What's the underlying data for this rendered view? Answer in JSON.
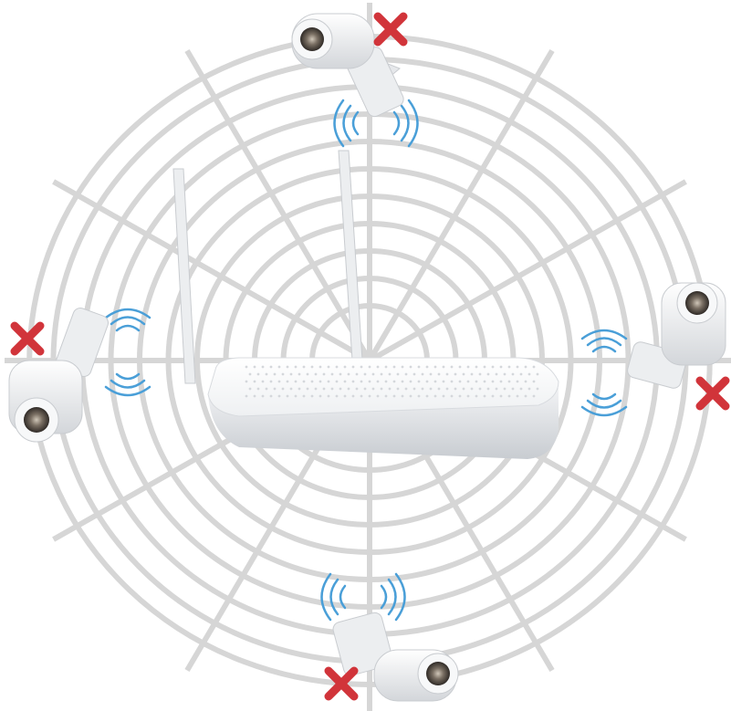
{
  "scene": {
    "subject": "wireless-nvr-with-four-cameras",
    "elements": [
      "spider-web-grid",
      "nvr-router",
      "wifi-waves",
      "bullet-cameras",
      "red-x-marks"
    ]
  },
  "icons": {
    "camera": "bullet-camera-icon",
    "wifi": "wifi-wave-icon",
    "blocked": "red-x-icon"
  },
  "colors": {
    "background": "#ffffff",
    "web": "#d6d6d6",
    "device": "#f4f5f6",
    "device_shadow": "#c9ccd0",
    "wifi": "#4a9fd8",
    "x_mark": "#d1343a",
    "lens": "#7a6f63"
  }
}
